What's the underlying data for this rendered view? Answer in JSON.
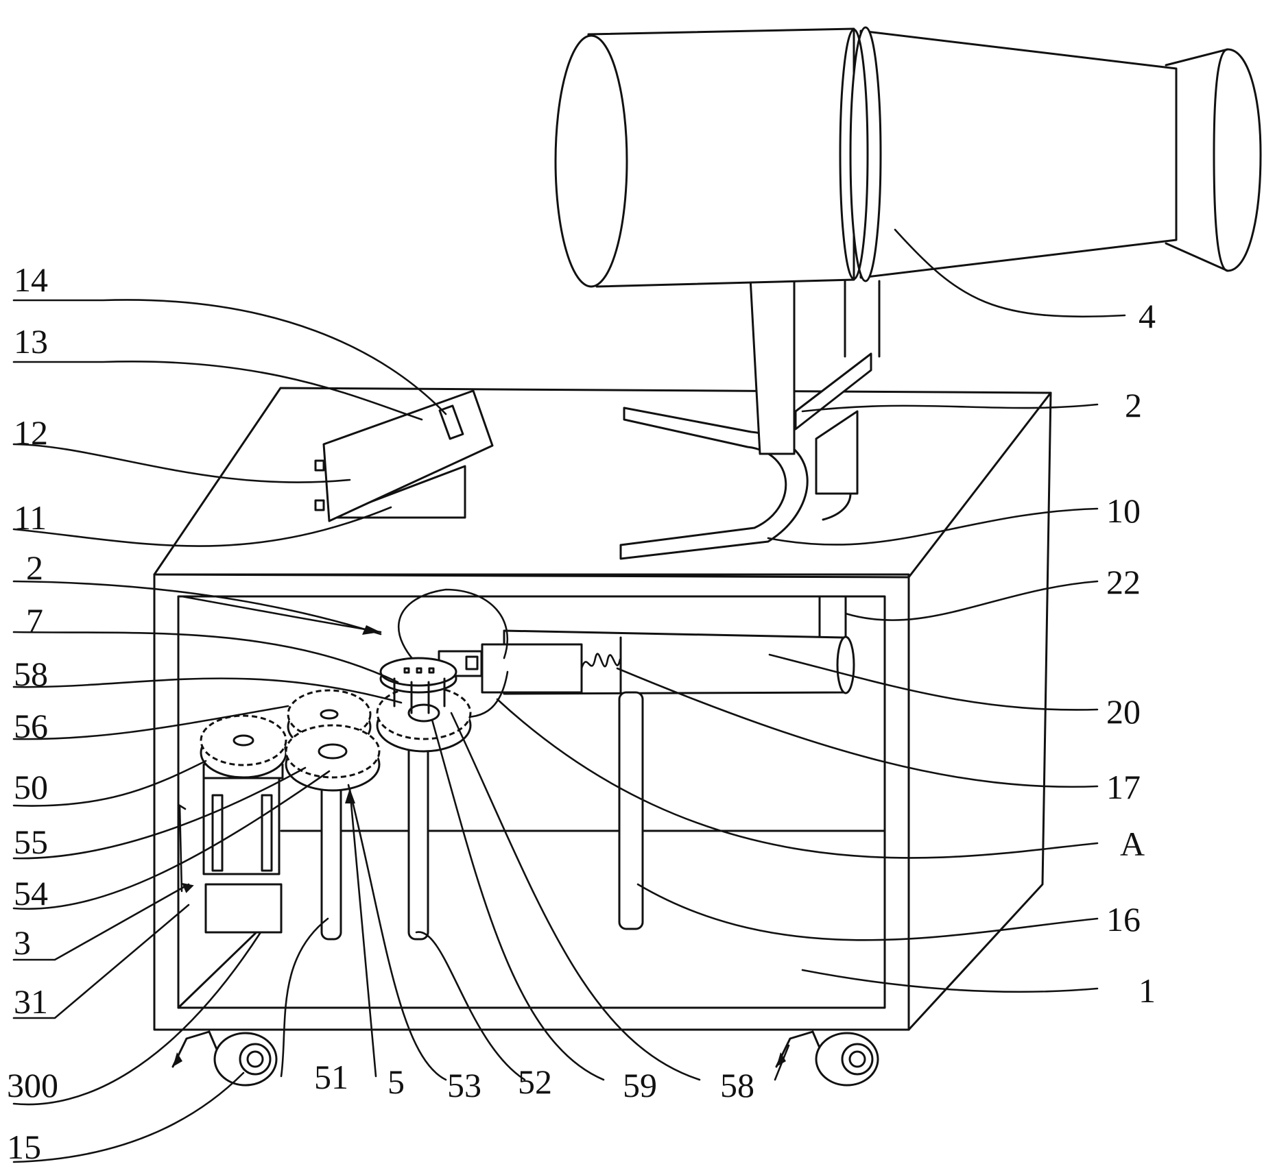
{
  "labels": {
    "l14": "14",
    "l13": "13",
    "l12": "12",
    "l11": "11",
    "l2a": "2",
    "l7": "7",
    "l58a": "58",
    "l56": "56",
    "l50": "50",
    "l55": "55",
    "l54": "54",
    "l3": "3",
    "l31": "31",
    "l300": "300",
    "l15": "15",
    "l51": "51",
    "l5": "5",
    "l53": "53",
    "l52": "52",
    "l59": "59",
    "l58b": "58",
    "l4": "4",
    "l2b": "2",
    "l10": "10",
    "l22": "22",
    "l20": "20",
    "l17": "17",
    "lA": "A",
    "l16": "16",
    "l1": "1"
  },
  "colors": {
    "line": "#111111",
    "background": "#ffffff"
  }
}
